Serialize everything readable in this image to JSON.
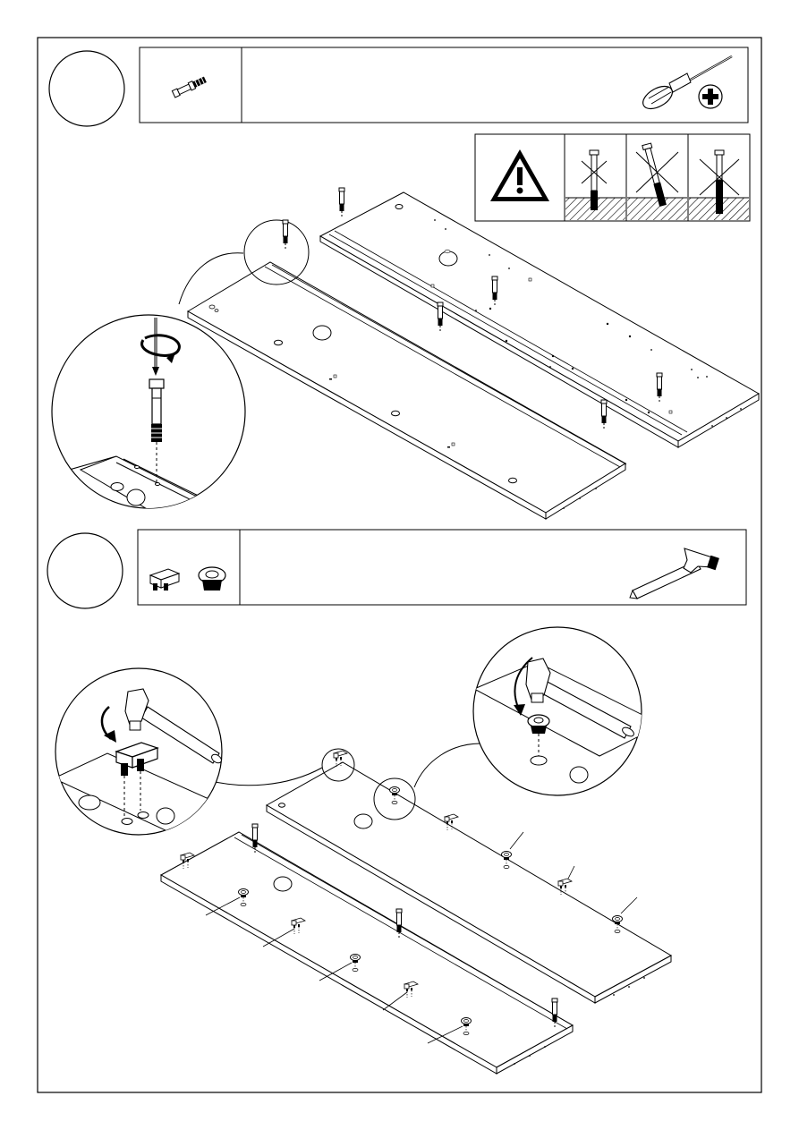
{
  "page": {
    "steps": [
      {
        "number": "",
        "parts": [
          {
            "icon": "cam-bolt-icon",
            "quantity": ""
          }
        ],
        "tool": "phillips-screwdriver-icon",
        "warning": {
          "icon": "warning-triangle-icon",
          "panels": [
            "correct-insertion",
            "wrong-angle",
            "wrong-depth"
          ]
        }
      },
      {
        "number": "",
        "parts": [
          {
            "icon": "shelf-support-icon",
            "quantity": ""
          },
          {
            "icon": "bushing-icon",
            "quantity": ""
          }
        ],
        "tool": "hammer-icon"
      }
    ]
  }
}
